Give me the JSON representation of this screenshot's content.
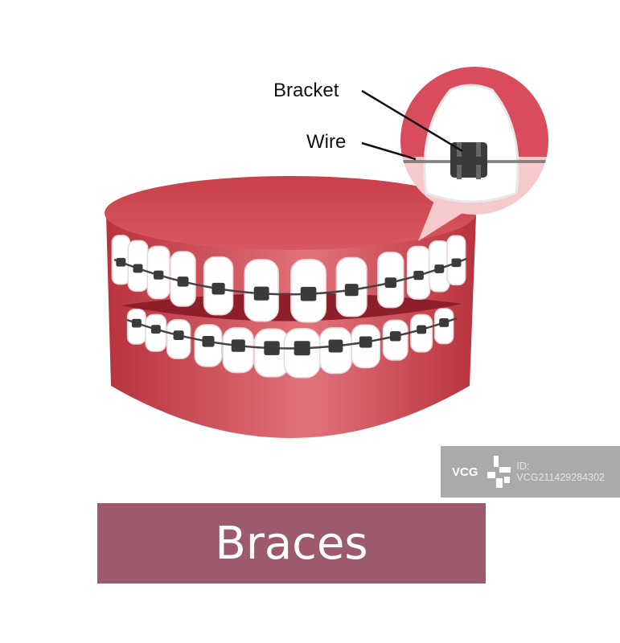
{
  "labels": {
    "bracket": "Bracket",
    "wire": "Wire"
  },
  "title": "Braces",
  "watermark": {
    "logo": "VCG",
    "id": "ID: VCG211429284302"
  },
  "colors": {
    "gum": "#d2484f",
    "gum_light": "#e07e84",
    "title_bg": "#9e5a6d",
    "bracket": "#3a3a3a"
  }
}
